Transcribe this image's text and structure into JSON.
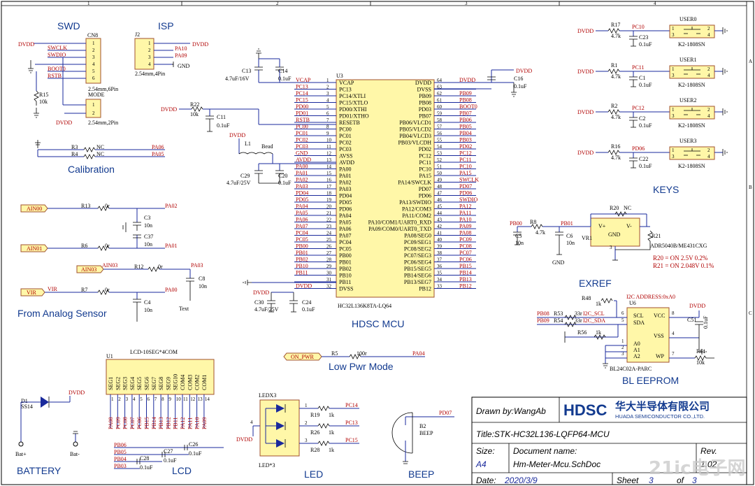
{
  "headings": {
    "swd": "SWD",
    "isp": "ISP",
    "calibration": "Calibration",
    "analog": "From Analog Sensor",
    "mcu": "HDSC MCU",
    "keys": "KEYS",
    "exref": "EXREF",
    "eeprom": "BL EEPROM",
    "lowpwr": "Low Pwr Mode",
    "battery": "BATTERY",
    "lcd": "LCD",
    "led": "LED",
    "beep": "BEEP"
  },
  "frame_cols": [
    "1",
    "2",
    "3",
    "4"
  ],
  "frame_rows": [
    "A",
    "B",
    "C"
  ],
  "mcu": {
    "ref": "U3",
    "part": "HC32L136K8TA-LQ64",
    "left_pins": [
      {
        "n": "1",
        "name": "VCAP",
        "net": "VCAP"
      },
      {
        "n": "2",
        "name": "PC13",
        "net": "PC13"
      },
      {
        "n": "3",
        "name": "PC14/XTLI",
        "net": "PC14"
      },
      {
        "n": "4",
        "name": "PC15/XTLO",
        "net": "PC15"
      },
      {
        "n": "5",
        "name": "PD00/XTHI",
        "net": "PD00"
      },
      {
        "n": "6",
        "name": "PD01/XTHO",
        "net": "PD01"
      },
      {
        "n": "7",
        "name": "RESETB",
        "net": "RSTB"
      },
      {
        "n": "8",
        "name": "PC00",
        "net": "PC00"
      },
      {
        "n": "9",
        "name": "PC01",
        "net": "PC01"
      },
      {
        "n": "10",
        "name": "PC02",
        "net": "PC02"
      },
      {
        "n": "11",
        "name": "PC03",
        "net": "PC03"
      },
      {
        "n": "12",
        "name": "AVSS",
        "net": "GND"
      },
      {
        "n": "13",
        "name": "AVDD",
        "net": "AVDD"
      },
      {
        "n": "14",
        "name": "PA00",
        "net": "PA00"
      },
      {
        "n": "15",
        "name": "PA01",
        "net": "PA01"
      },
      {
        "n": "16",
        "name": "PA02",
        "net": "PA02"
      },
      {
        "n": "17",
        "name": "PA03",
        "net": "PA03"
      },
      {
        "n": "18",
        "name": "PD04",
        "net": "PD04"
      },
      {
        "n": "19",
        "name": "PD05",
        "net": "PD05"
      },
      {
        "n": "20",
        "name": "PD06",
        "net": "PA04"
      },
      {
        "n": "21",
        "name": "PA04",
        "net": "PA05"
      },
      {
        "n": "22",
        "name": "PA05",
        "net": "PA06"
      },
      {
        "n": "23",
        "name": "PA06",
        "net": "PA07"
      },
      {
        "n": "24",
        "name": "PA07",
        "net": "PC04"
      },
      {
        "n": "25",
        "name": "PC04",
        "net": "PC05"
      },
      {
        "n": "26",
        "name": "PC05",
        "net": "PB00"
      },
      {
        "n": "27",
        "name": "PB00",
        "net": "PB01"
      },
      {
        "n": "28",
        "name": "PB01",
        "net": "PB02"
      },
      {
        "n": "29",
        "name": "PB02",
        "net": "PB10"
      },
      {
        "n": "30",
        "name": "PB10",
        "net": "PB11"
      },
      {
        "n": "31",
        "name": "PB11",
        "net": ""
      },
      {
        "n": "32",
        "name": "DVSS",
        "net": "DVDD"
      }
    ],
    "left_extra": "DVDD",
    "right_pins": [
      {
        "n": "64",
        "name": "DVDD",
        "net": "DVDD"
      },
      {
        "n": "63",
        "name": "DVSS",
        "net": ""
      },
      {
        "n": "62",
        "name": "PB09",
        "net": "PB09"
      },
      {
        "n": "61",
        "name": "PB08",
        "net": "PB08"
      },
      {
        "n": "60",
        "name": "PD03",
        "net": "BOOT0"
      },
      {
        "n": "59",
        "name": "PB07",
        "net": "PB07"
      },
      {
        "n": "58",
        "name": "PB06/VLCD1",
        "net": "PB06"
      },
      {
        "n": "57",
        "name": "PB05/VLCD2",
        "net": "PB05"
      },
      {
        "n": "56",
        "name": "PB04/VLCD3",
        "net": "PB04"
      },
      {
        "n": "55",
        "name": "PB03/VLCDH",
        "net": "PB03"
      },
      {
        "n": "54",
        "name": "PD02",
        "net": "PD02"
      },
      {
        "n": "53",
        "name": "PC12",
        "net": "PC12"
      },
      {
        "n": "52",
        "name": "PC11",
        "net": "PC11"
      },
      {
        "n": "51",
        "name": "PC10",
        "net": "PC10"
      },
      {
        "n": "50",
        "name": "PA15",
        "net": "PA15"
      },
      {
        "n": "49",
        "name": "PA14/SWCLK",
        "net": "SWCLK"
      },
      {
        "n": "48",
        "name": "PD07",
        "net": "PD07"
      },
      {
        "n": "47",
        "name": "PD06",
        "net": "PD06"
      },
      {
        "n": "46",
        "name": "PA13/SWDIO",
        "net": "SWDIO"
      },
      {
        "n": "45",
        "name": "PA12/COM3",
        "net": "PA12"
      },
      {
        "n": "44",
        "name": "PA11/COM2",
        "net": "PA11"
      },
      {
        "n": "43",
        "name": "PA10/COM1/UART0_RXD",
        "net": "PA10"
      },
      {
        "n": "42",
        "name": "PA09/COM0/UART0_TXD",
        "net": "PA09"
      },
      {
        "n": "41",
        "name": "PA08/SEG0",
        "net": "PA08"
      },
      {
        "n": "40",
        "name": "PC09/SEG1",
        "net": "PC09"
      },
      {
        "n": "39",
        "name": "PC08/SEG2",
        "net": "PC08"
      },
      {
        "n": "38",
        "name": "PC07/SEG3",
        "net": "PC07"
      },
      {
        "n": "37",
        "name": "PC06/SEG4",
        "net": "PC06"
      },
      {
        "n": "36",
        "name": "PB15/SEG5",
        "net": "PB15"
      },
      {
        "n": "35",
        "name": "PB14/SEG6",
        "net": "PB14"
      },
      {
        "n": "34",
        "name": "PB13/SEG7",
        "net": "PB13"
      },
      {
        "n": "33",
        "name": "PB12",
        "net": "PB12"
      }
    ],
    "vcap_caps": {
      "c13": "C13",
      "c13v": "4.7uF/16V",
      "c14": "C14",
      "c14v": "0.1uF"
    },
    "dvdd_caps": {
      "c16": "C16",
      "c16v": "0.1uF",
      "dvdd": "DVDD"
    },
    "avdd": {
      "l1": "L1",
      "bead": "Bead",
      "dvdd": "DVDD",
      "c29": "C29",
      "c29v": "4.7uF/25V",
      "c20": "C20",
      "c20v": "0.1uF"
    },
    "bottom_caps": {
      "dvdd": "DVDD",
      "c30": "C30",
      "c30v": "4.7uF/25V",
      "c24": "C24",
      "c24v": "0.1uF"
    },
    "reset": {
      "dvdd": "DVDD",
      "r22": "R22",
      "r22v": "10k",
      "c11": "C11",
      "c11v": "0.1uF"
    }
  },
  "swd": {
    "cn8": "CN8",
    "cn8_pins": [
      "1",
      "2",
      "3",
      "4",
      "5",
      "6"
    ],
    "cn8_desc": "2.54mm,6Pin",
    "nets": [
      "DVDD",
      "SWCLK",
      "SWDIO",
      "BOOT0",
      "RSTB"
    ],
    "r15": "R15",
    "r15v": "10k",
    "mode": "MODE",
    "mode_pins": [
      "1",
      "2"
    ],
    "mode_desc": "2.54mm,2Pin",
    "mode_net": "DVDD"
  },
  "isp": {
    "j2": "J2",
    "pins": [
      "1",
      "2",
      "3",
      "4"
    ],
    "nets": [
      "PA10",
      "PA09",
      "GND"
    ],
    "dvdd": "DVDD",
    "desc": "2.54mm,4Pin"
  },
  "calibration": {
    "r3": "R3",
    "r4": "R4",
    "nc": "NC",
    "pa06": "PA06",
    "pa05": "PA05"
  },
  "analog": [
    {
      "port": "AIN00",
      "r": "R13",
      "rv": "0r",
      "net": "PA02",
      "c": "C3",
      "cv": "10n"
    },
    {
      "port": "AIN01",
      "r": "R6",
      "rv": "0r",
      "net": "PA01",
      "c": "C37",
      "cv": "10n"
    },
    {
      "port": "AIN03",
      "r": "R12",
      "rv": "0r",
      "net": "PA03",
      "c": "C8",
      "cv": "10n",
      "netlabel": "AIN03",
      "extra": "Text"
    },
    {
      "port": "VIR",
      "r": "R7",
      "rv": "0r",
      "net": "PA00",
      "c": "C4",
      "cv": "10n",
      "netlabel": "VIR"
    }
  ],
  "keys": [
    {
      "dvdd": "DVDD",
      "r": "R17",
      "rv": "4.7k",
      "net": "PC10",
      "c": "C23",
      "cv": "0.1uF",
      "sw": "USER0",
      "part": "K2-1808SN"
    },
    {
      "dvdd": "DVDD",
      "r": "R1",
      "rv": "4.7k",
      "net": "PC11",
      "c": "C1",
      "cv": "0.1uF",
      "sw": "USER1",
      "part": "K2-1808SN"
    },
    {
      "dvdd": "DVDD",
      "r": "R2",
      "rv": "4.7k",
      "net": "PC12",
      "c": "C2",
      "cv": "0.1uF",
      "sw": "USER2",
      "part": "K2-1808SN"
    },
    {
      "dvdd": "DVDD",
      "r": "R16",
      "rv": "4.7k",
      "net": "PD06",
      "c": "C22",
      "cv": "0.1uF",
      "sw": "USER3",
      "part": "K2-1808SN"
    }
  ],
  "key_pins": [
    "1",
    "2",
    "3",
    "4"
  ],
  "exref": {
    "pb00": "PB00",
    "r8": "R8",
    "r8v": "4.7k",
    "pb01": "PB01",
    "c5": "C5",
    "c5v": "10n",
    "c6": "C6",
    "c6v": "10n",
    "gnd": "GND",
    "r20": "R20",
    "nc": "NC",
    "vr1": "VR1",
    "vp": "V+",
    "vm": "V-",
    "gndpin": "GND",
    "pin3": "3",
    "r21": "R21",
    "part": "ADR5040B/ME431CXG",
    "note1": "R20 = ON  2.5V 0.2%",
    "note2": "R21 = ON  2.048V 0.1%"
  },
  "eeprom": {
    "addr": "I2C ADDRESS:0xA0",
    "u6": "U6",
    "part": "BL24C02A-PARC",
    "pb08": "PB08",
    "r53": "R53",
    "r53v": "33r",
    "scl": "I2C_SCL",
    "pb09": "PB09",
    "r54": "R54",
    "r54v": "33r",
    "sda": "I2C_SDA",
    "r48": "R48",
    "r56": "R56",
    "r48v": "1k",
    "r56v": "1k",
    "r61": "R61",
    "r61v": "10k",
    "pins_left": [
      "SCL",
      "SDA",
      "A0",
      "A1",
      "A2"
    ],
    "pins_right": [
      "VCC",
      "VSS",
      "WP"
    ],
    "pinnums": [
      "6",
      "5",
      "1",
      "2",
      "3",
      "8",
      "4",
      "7"
    ],
    "dvdd": "DVDD",
    "c51": "C51",
    "c51v": "0.1uF"
  },
  "lowpwr": {
    "port": "ON_PWR",
    "r": "R5",
    "rv": "100r",
    "net": "PA04"
  },
  "lcd": {
    "u1": "U1",
    "title": "LCD-10SEG*4COM",
    "segs": [
      "SEG1",
      "SEG2",
      "SEG3",
      "SEG4",
      "SEG5",
      "SEG6",
      "SEG7",
      "SEG8",
      "SEG9",
      "SEG10",
      "COM4",
      "COM3",
      "COM2",
      "COM1"
    ],
    "nets": [
      "PA08",
      "PC09",
      "PC08",
      "PC07",
      "PC06",
      "PB15",
      "PB14",
      "PB13",
      "PB12",
      "PB11",
      "PA12",
      "PA11",
      "PA10",
      "PA09"
    ],
    "caps": {
      "pb06": "PB06",
      "pb05": "PB05",
      "pb04": "PB04",
      "pb03": "PB03",
      "c26": "C26",
      "c26v": "0.1uF",
      "c27": "C27",
      "c27v": "0.1uF",
      "c28": "C28",
      "c28v": "0.1uF"
    }
  },
  "battery": {
    "d1": "D1",
    "d1v": "SS14",
    "dvdd": "DVDD",
    "bp": "Bat+",
    "bm": "Bat-"
  },
  "led": {
    "ref": "LEDX3",
    "part": "LED*3",
    "dvdd": "DVDD",
    "pin4": "4",
    "rows": [
      {
        "n": "1",
        "r": "R19",
        "rv": "1k",
        "net": "PC14"
      },
      {
        "n": "2",
        "r": "R26",
        "rv": "1k",
        "net": "PC13"
      },
      {
        "n": "3",
        "r": "R28",
        "rv": "1k",
        "net": "PC15"
      }
    ]
  },
  "beep": {
    "net": "PD07",
    "ref": "B2",
    "name": "BEEP"
  },
  "title_block": {
    "drawn": "Drawn by:WangAb",
    "logo": "HDSC",
    "cn": "华大半导体有限公司",
    "en": "HUADA SEMICONDUCTOR CO.,LTD.",
    "title": "Title:STK-HC32L136-LQFP64-MCU",
    "size_label": "Size:",
    "size": "A4",
    "docname_label": "Document name:",
    "docname": "Hm-Meter-Mcu.SchDoc",
    "rev_label": "Rev.",
    "rev": "1.02",
    "date_label": "Date:",
    "date": "2020/3/9",
    "sheet_label": "Sheet",
    "sheet": "3",
    "of_label": "of",
    "of": "3"
  },
  "watermark": "21ic电子网"
}
